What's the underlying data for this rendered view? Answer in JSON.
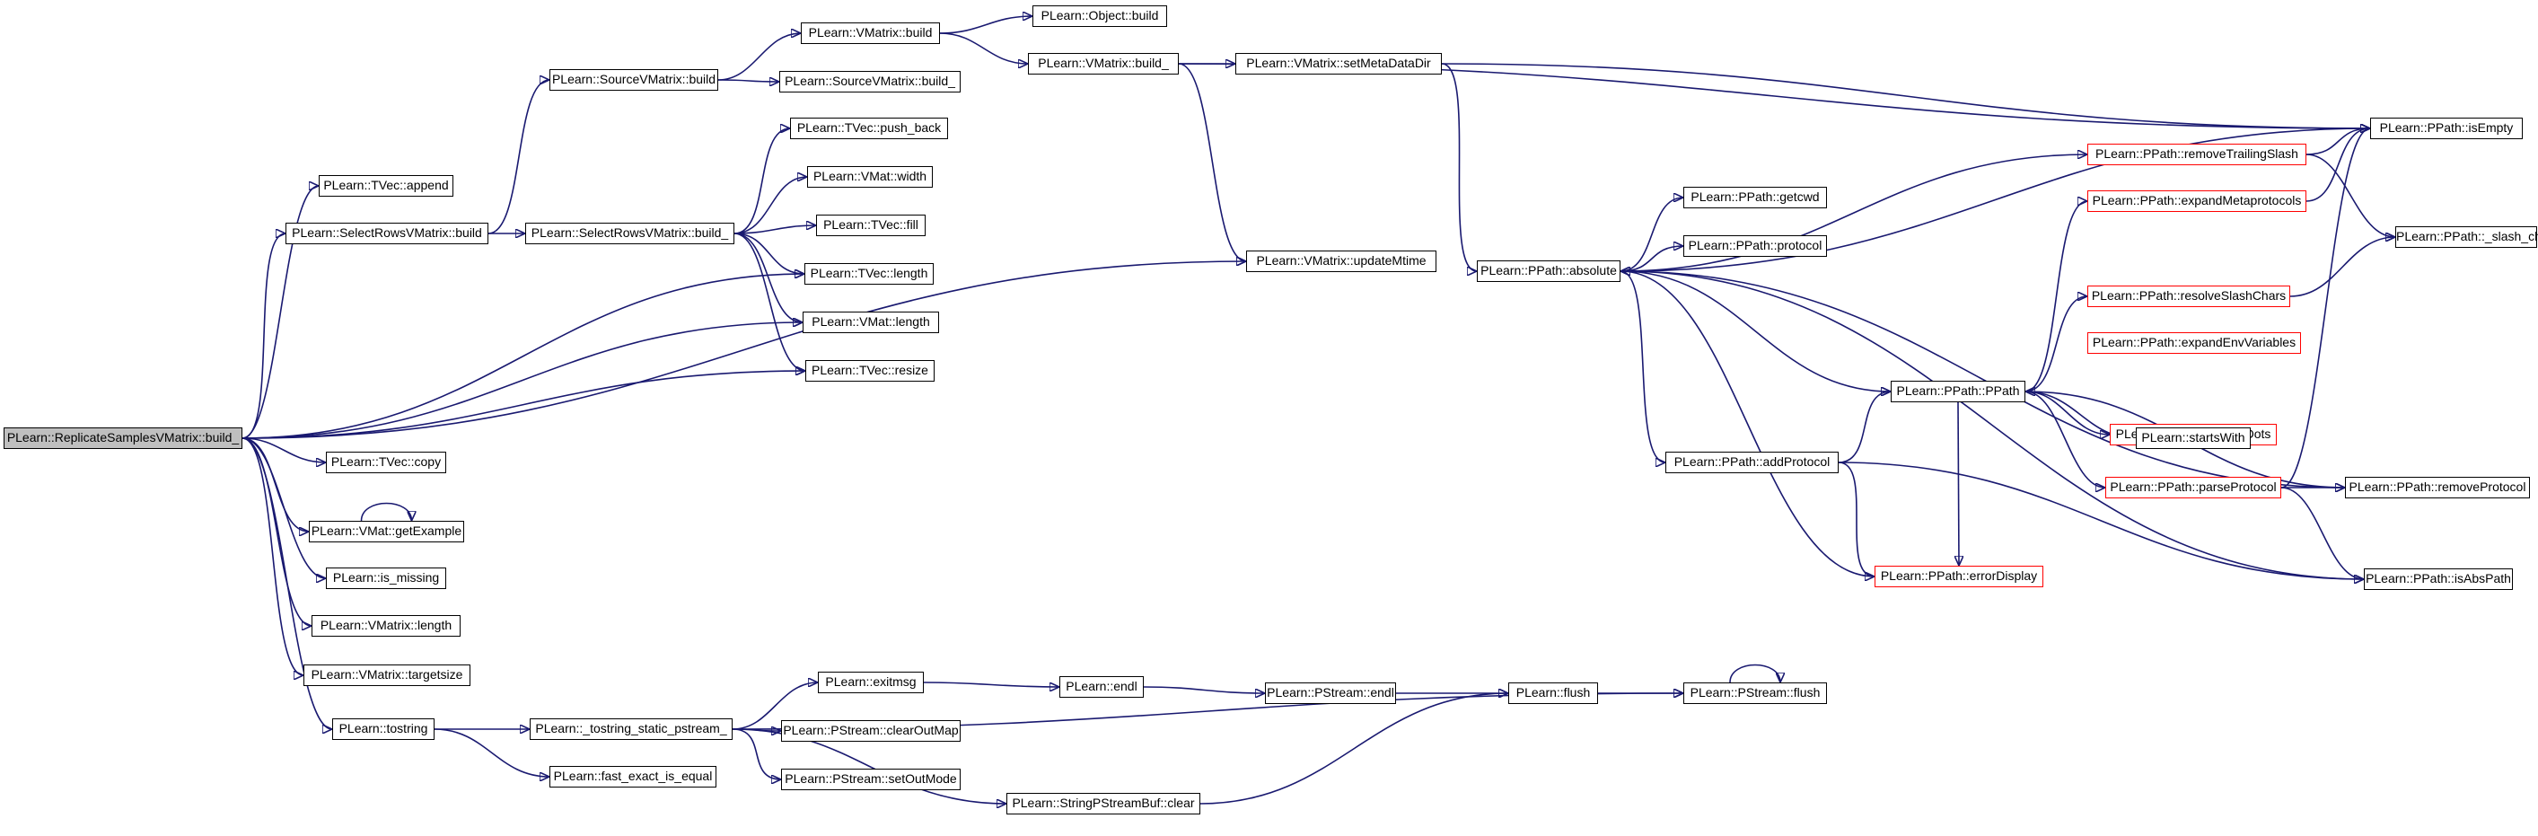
{
  "graph": {
    "edge_color": "#191970",
    "root_fill": "#bfbfbf",
    "highlight_border": "#ff0000",
    "nodes": [
      {
        "id": "root",
        "label": "PLearn::ReplicateSamplesVMatrix::build_",
        "style": "root"
      },
      {
        "id": "tvec_append",
        "label": "PLearn::TVec::append",
        "style": "normal"
      },
      {
        "id": "srvm_build",
        "label": "PLearn::SelectRowsVMatrix::build",
        "style": "normal"
      },
      {
        "id": "svm_build",
        "label": "PLearn::SourceVMatrix::build",
        "style": "normal"
      },
      {
        "id": "vm_build",
        "label": "PLearn::VMatrix::build",
        "style": "normal"
      },
      {
        "id": "obj_build",
        "label": "PLearn::Object::build",
        "style": "normal"
      },
      {
        "id": "svm_build_",
        "label": "PLearn::SourceVMatrix::build_",
        "style": "normal"
      },
      {
        "id": "vm_build_",
        "label": "PLearn::VMatrix::build_",
        "style": "normal"
      },
      {
        "id": "vm_setmeta",
        "label": "PLearn::VMatrix::setMetaDataDir",
        "style": "normal"
      },
      {
        "id": "srvm_build_",
        "label": "PLearn::SelectRowsVMatrix::build_",
        "style": "normal"
      },
      {
        "id": "tvec_push_back",
        "label": "PLearn::TVec::push_back",
        "style": "normal"
      },
      {
        "id": "vmat_width",
        "label": "PLearn::VMat::width",
        "style": "normal"
      },
      {
        "id": "tvec_fill",
        "label": "PLearn::TVec::fill",
        "style": "normal"
      },
      {
        "id": "tvec_length",
        "label": "PLearn::TVec::length",
        "style": "normal"
      },
      {
        "id": "vmat_length",
        "label": "PLearn::VMat::length",
        "style": "normal"
      },
      {
        "id": "tvec_resize",
        "label": "PLearn::TVec::resize",
        "style": "normal"
      },
      {
        "id": "vm_updatemtime",
        "label": "PLearn::VMatrix::updateMtime",
        "style": "normal"
      },
      {
        "id": "tvec_copy",
        "label": "PLearn::TVec::copy",
        "style": "normal"
      },
      {
        "id": "vmat_getexample",
        "label": "PLearn::VMat::getExample",
        "style": "normal"
      },
      {
        "id": "is_missing",
        "label": "PLearn::is_missing",
        "style": "normal"
      },
      {
        "id": "vm_length",
        "label": "PLearn::VMatrix::length",
        "style": "normal"
      },
      {
        "id": "vm_targetsize",
        "label": "PLearn::VMatrix::targetsize",
        "style": "normal"
      },
      {
        "id": "tostring",
        "label": "PLearn::tostring",
        "style": "normal"
      },
      {
        "id": "tostring_static",
        "label": "PLearn::_tostring_static_pstream_",
        "style": "normal"
      },
      {
        "id": "fast_exact",
        "label": "PLearn::fast_exact_is_equal",
        "style": "normal"
      },
      {
        "id": "exitmsg",
        "label": "PLearn::exitmsg",
        "style": "normal"
      },
      {
        "id": "ps_clearoutmap",
        "label": "PLearn::PStream::clearOutMap",
        "style": "normal"
      },
      {
        "id": "ps_setoutmode",
        "label": "PLearn::PStream::setOutMode",
        "style": "normal"
      },
      {
        "id": "endl",
        "label": "PLearn::endl",
        "style": "normal"
      },
      {
        "id": "ps_endl",
        "label": "PLearn::PStream::endl",
        "style": "normal"
      },
      {
        "id": "flush",
        "label": "PLearn::flush",
        "style": "normal"
      },
      {
        "id": "ps_flush",
        "label": "PLearn::PStream::flush",
        "style": "normal"
      },
      {
        "id": "spsb_clear",
        "label": "PLearn::StringPStreamBuf::clear",
        "style": "normal"
      },
      {
        "id": "pp_absolute",
        "label": "PLearn::PPath::absolute",
        "style": "normal"
      },
      {
        "id": "pp_getcwd",
        "label": "PLearn::PPath::getcwd",
        "style": "normal"
      },
      {
        "id": "pp_protocol",
        "label": "PLearn::PPath::protocol",
        "style": "normal"
      },
      {
        "id": "pp_addprotocol",
        "label": "PLearn::PPath::addProtocol",
        "style": "normal"
      },
      {
        "id": "pp_pppath",
        "label": "PLearn::PPath::PPath",
        "style": "normal"
      },
      {
        "id": "pp_errordisplay",
        "label": "PLearn::PPath::errorDisplay",
        "style": "red"
      },
      {
        "id": "pp_removetrailing",
        "label": "PLearn::PPath::removeTrailingSlash",
        "style": "red"
      },
      {
        "id": "pp_expandmeta",
        "label": "PLearn::PPath::expandMetaprotocols",
        "style": "red"
      },
      {
        "id": "pp_resolveslash",
        "label": "PLearn::PPath::resolveSlashChars",
        "style": "red"
      },
      {
        "id": "pp_expandenv",
        "label": "PLearn::PPath::expandEnvVariables",
        "style": "red"
      },
      {
        "id": "pp_resolvedots",
        "label": "PLearn::PPath::resolveDots",
        "style": "red"
      },
      {
        "id": "startswith",
        "label": "PLearn::startsWith",
        "style": "normal"
      },
      {
        "id": "pp_parseprotocol",
        "label": "PLearn::PPath::parseProtocol",
        "style": "red"
      },
      {
        "id": "pp_isempty",
        "label": "PLearn::PPath::isEmpty",
        "style": "normal"
      },
      {
        "id": "pp_slashchar",
        "label": "PLearn::PPath::_slash_char",
        "style": "normal"
      },
      {
        "id": "pp_removeprotocol",
        "label": "PLearn::PPath::removeProtocol",
        "style": "normal"
      },
      {
        "id": "pp_isabspath",
        "label": "PLearn::PPath::isAbsPath",
        "style": "normal"
      }
    ],
    "edges": [
      [
        "root",
        "tvec_append"
      ],
      [
        "root",
        "srvm_build"
      ],
      [
        "root",
        "tvec_length"
      ],
      [
        "root",
        "vmat_length"
      ],
      [
        "root",
        "tvec_resize"
      ],
      [
        "root",
        "vm_updatemtime"
      ],
      [
        "root",
        "tvec_copy"
      ],
      [
        "root",
        "vmat_getexample"
      ],
      [
        "root",
        "is_missing"
      ],
      [
        "root",
        "vm_length"
      ],
      [
        "root",
        "vm_targetsize"
      ],
      [
        "root",
        "tostring"
      ],
      [
        "srvm_build",
        "svm_build"
      ],
      [
        "srvm_build",
        "srvm_build_"
      ],
      [
        "svm_build",
        "vm_build"
      ],
      [
        "svm_build",
        "svm_build_"
      ],
      [
        "vm_build",
        "obj_build"
      ],
      [
        "vm_build",
        "vm_build_"
      ],
      [
        "vm_build_",
        "vm_setmeta"
      ],
      [
        "vm_build_",
        "vm_updatemtime"
      ],
      [
        "vm_build_",
        "pp_isempty"
      ],
      [
        "vm_setmeta",
        "pp_isempty"
      ],
      [
        "vm_setmeta",
        "pp_absolute"
      ],
      [
        "srvm_build_",
        "tvec_push_back"
      ],
      [
        "srvm_build_",
        "vmat_width"
      ],
      [
        "srvm_build_",
        "tvec_fill"
      ],
      [
        "srvm_build_",
        "tvec_length"
      ],
      [
        "srvm_build_",
        "vmat_length"
      ],
      [
        "srvm_build_",
        "tvec_resize"
      ],
      [
        "vmat_getexample",
        "vmat_getexample"
      ],
      [
        "tostring",
        "tostring_static"
      ],
      [
        "tostring",
        "fast_exact"
      ],
      [
        "tostring_static",
        "exitmsg"
      ],
      [
        "tostring_static",
        "ps_clearoutmap"
      ],
      [
        "tostring_static",
        "ps_setoutmode"
      ],
      [
        "tostring_static",
        "spsb_clear"
      ],
      [
        "tostring_static",
        "ps_flush"
      ],
      [
        "exitmsg",
        "endl"
      ],
      [
        "endl",
        "ps_endl"
      ],
      [
        "ps_endl",
        "flush"
      ],
      [
        "flush",
        "ps_flush"
      ],
      [
        "ps_flush",
        "ps_flush"
      ],
      [
        "spsb_clear",
        "flush"
      ],
      [
        "pp_absolute",
        "pp_getcwd"
      ],
      [
        "pp_absolute",
        "pp_protocol"
      ],
      [
        "pp_absolute",
        "pp_addprotocol"
      ],
      [
        "pp_absolute",
        "pp_pppath"
      ],
      [
        "pp_absolute",
        "pp_removetrailing"
      ],
      [
        "pp_absolute",
        "pp_isempty"
      ],
      [
        "pp_absolute",
        "pp_removeprotocol"
      ],
      [
        "pp_addprotocol",
        "pp_pppath"
      ],
      [
        "pp_addprotocol",
        "pp_errordisplay"
      ],
      [
        "pp_addprotocol",
        "pp_isabspath"
      ],
      [
        "pp_errordisplay",
        "pp_absolute"
      ],
      [
        "pp_isabspath",
        "pp_absolute"
      ],
      [
        "pp_pppath",
        "pp_expandmeta"
      ],
      [
        "pp_pppath",
        "pp_resolveslash"
      ],
      [
        "pp_pppath",
        "pp_resolvedots"
      ],
      [
        "pp_pppath",
        "startswith"
      ],
      [
        "pp_pppath",
        "pp_parseprotocol"
      ],
      [
        "pp_pppath",
        "pp_errordisplay"
      ],
      [
        "pp_removetrailing",
        "pp_isempty"
      ],
      [
        "pp_removetrailing",
        "pp_slashchar"
      ],
      [
        "pp_expandmeta",
        "pp_isempty"
      ],
      [
        "pp_resolveslash",
        "pp_slashchar"
      ],
      [
        "pp_parseprotocol",
        "pp_removeprotocol"
      ],
      [
        "pp_parseprotocol",
        "pp_isabspath"
      ],
      [
        "pp_parseprotocol",
        "pp_isempty"
      ],
      [
        "pp_removeprotocol",
        "pp_pppath"
      ]
    ]
  }
}
